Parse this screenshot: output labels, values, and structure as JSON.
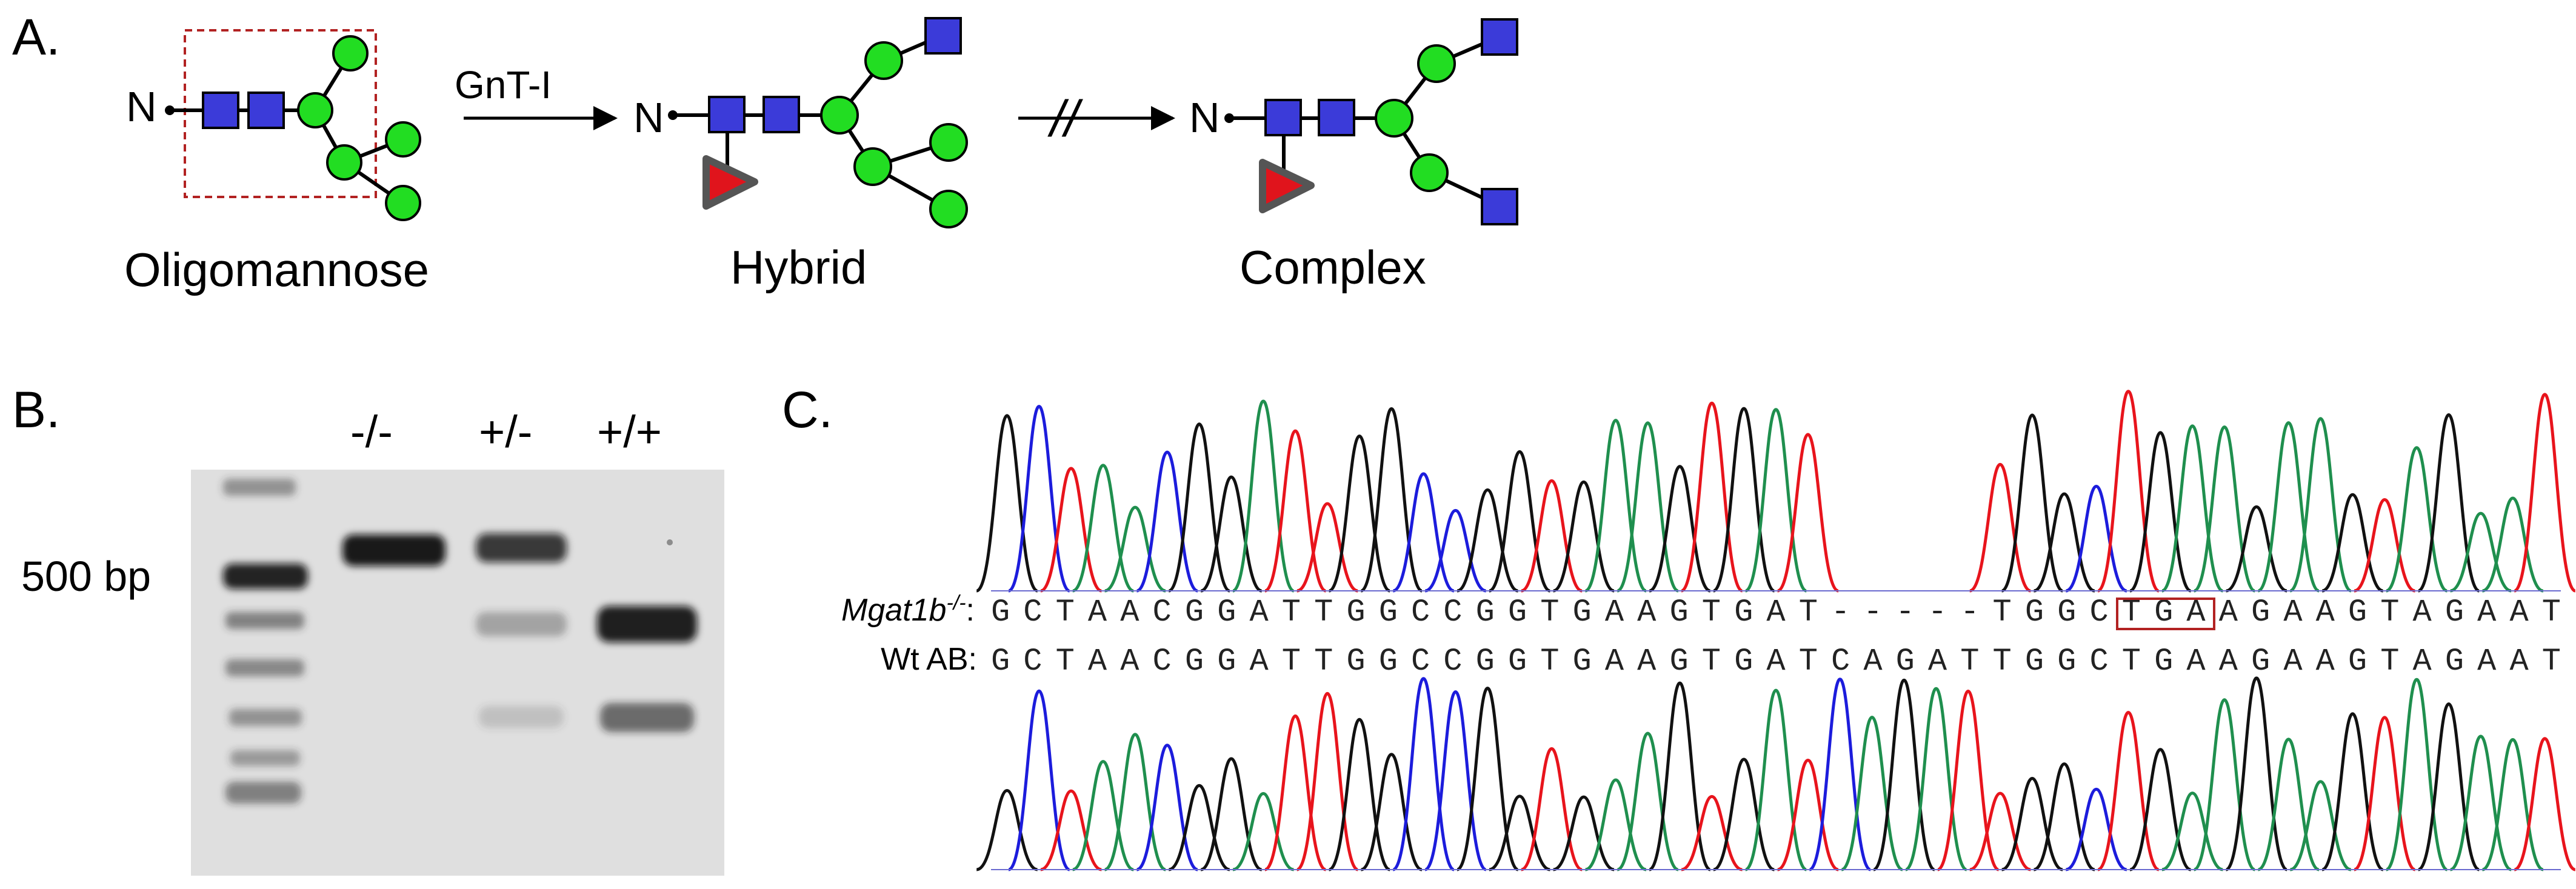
{
  "panel_a": {
    "label": "A.",
    "structures": [
      {
        "name": "Oligomannose",
        "root": "N"
      },
      {
        "name": "Hybrid",
        "root": "N"
      },
      {
        "name": "Complex",
        "root": "N"
      }
    ],
    "arrow_enzyme": "GnT-I",
    "arrow_blocked": "//"
  },
  "panel_b": {
    "label": "B.",
    "lane_labels": [
      "-/-",
      "+/-",
      "+/+"
    ],
    "marker_label": "500 bp",
    "bands": [
      {
        "lane": "ladder",
        "intensity": [
          0.6,
          0.9,
          0.55,
          0.5,
          0.4,
          0.4,
          0.45
        ]
      },
      {
        "lane": "-/-",
        "intensity": [
          0.9
        ]
      },
      {
        "lane": "+/-",
        "intensity": [
          0.75,
          0.35,
          0.2
        ]
      },
      {
        "lane": "+/+",
        "intensity": [
          0.9,
          0.6
        ]
      }
    ]
  },
  "panel_c": {
    "label": "C.",
    "mutant_label": "Mgat1b",
    "mutant_superscript": "-/-",
    "mutant_colon": ":",
    "mutant_seq": "GCTAACGGATTGGCCGGTGAAGTGAT-----TGGCTGAAGAAGTAGAAT",
    "wt_label": "Wt AB:",
    "wt_seq": "GCTAACGGATTGGCCGGTGAAGTGATCAGATTGGCTGAAGAAGTAGAAT",
    "boxed_codon": "TGA",
    "colors": {
      "A": "#1f8f4e",
      "C": "#1c1cdc",
      "G": "#111111",
      "T": "#e8141c"
    }
  },
  "colors": {
    "glcnac": "#3b3bd9",
    "mannose": "#22dd22",
    "fucose": "#e0141c",
    "fucose_border": "#555555",
    "box": "#b22222"
  }
}
